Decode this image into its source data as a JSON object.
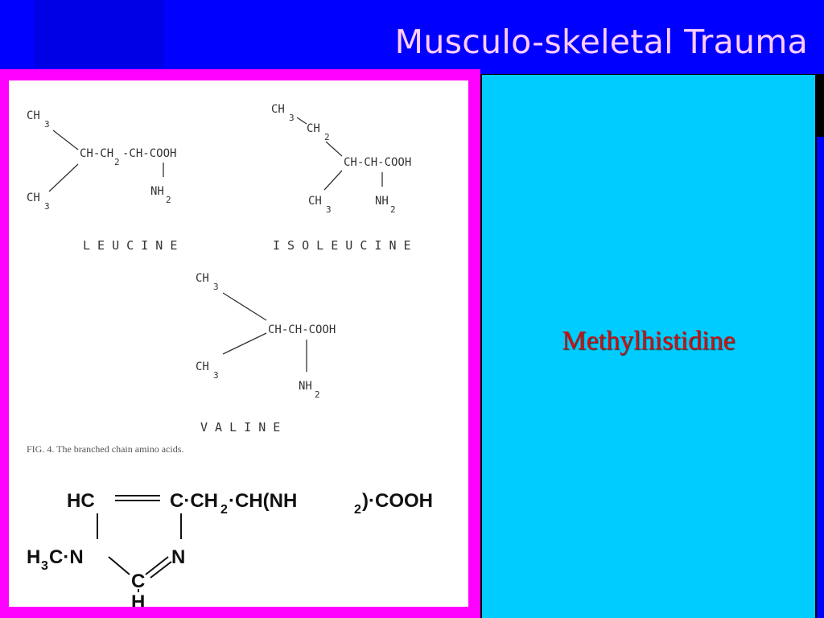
{
  "slide": {
    "title": "Musculo-skeletal Trauma"
  },
  "figure": {
    "leucine": {
      "ch3_top": "CH",
      "ch3_bottom": "CH",
      "chain": "CH-CH",
      "chain_rest": "-CH-COOH",
      "nh2": "NH",
      "name": "L E U C I N E"
    },
    "isoleucine": {
      "ch3_top": "CH",
      "ch2": "CH",
      "chain": "CH-CH-COOH",
      "ch3_bottom": "CH",
      "nh2": "NH",
      "name": "I S O L E U C I N E"
    },
    "valine": {
      "ch3_top": "CH",
      "ch3_bottom": "CH",
      "chain": "CH-CH-COOH",
      "nh2": "NH",
      "name": "V A L I N E"
    },
    "caption": "FIG. 4. The branched chain amino acids.",
    "methylhistidine_formula": {
      "hc": "HC",
      "main": "C·CH",
      "main_rest": "·CH(NH",
      "main_end": ")·COOH",
      "h3c": "H",
      "h3c_rest": "C·N",
      "n_right": "N",
      "c_bottom": "C",
      "h_bottom": "H"
    }
  },
  "panel": {
    "label": "Methylhistidine"
  },
  "colors": {
    "background": "#0000ff",
    "title": "#ffccff",
    "frame": "#ff00ff",
    "panel": "#00ccff",
    "label": "#cc1111"
  }
}
